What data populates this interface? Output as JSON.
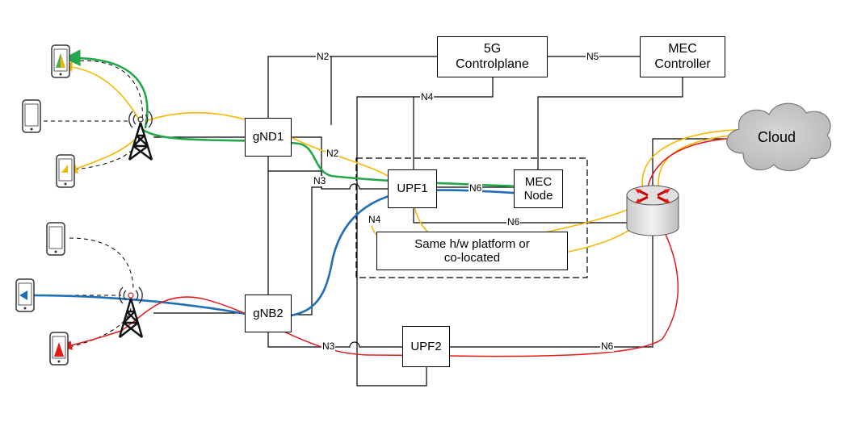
{
  "nodes": {
    "controlplane": {
      "line1": "5G",
      "line2": "Controlplane"
    },
    "mec_controller": {
      "line1": "MEC",
      "line2": "Controller"
    },
    "gnd1": "gND1",
    "gnb2": "gNB2",
    "upf1": "UPF1",
    "upf2": "UPF2",
    "mec_node": {
      "line1": "MEC",
      "line2": "Node"
    },
    "platform": {
      "line1": "Same h/w platform or",
      "line2": "co-located"
    },
    "cloud": "Cloud"
  },
  "links": {
    "n2_top": "N2",
    "n5": "N5",
    "n4_top": "N4",
    "n2_mid": "N2",
    "n3_top": "N3",
    "n6_upf1_mec": "N6",
    "n6_upf1_router": "N6",
    "n4_bottom": "N4",
    "n3_bottom": "N3",
    "n6_upf2": "N6"
  },
  "colors": {
    "green_flow": "#22a84a",
    "yellow_flow": "#f5b800",
    "blue_flow": "#1f6fb8",
    "red_flow": "#e21b1b",
    "cloud_fill": "#c8c8c8"
  },
  "icons": [
    "cell-tower-icon",
    "phone-icon",
    "router-icon",
    "cloud-icon"
  ]
}
